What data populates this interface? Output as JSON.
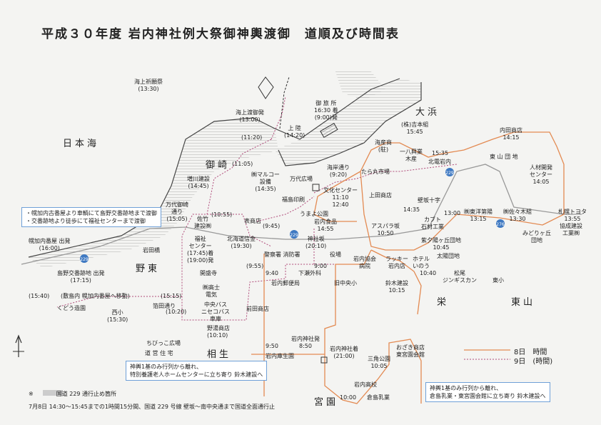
{
  "title": "平成３０年度 岩内神社例大祭御神輿渡御　道順及び時間表",
  "areas": {
    "nihonkai": "日本海",
    "misaki": "御崎",
    "nohigashi": "野東",
    "aioi": "相生",
    "ohama": "大浜",
    "sakae": "栄",
    "higashiyama": "東山",
    "miyazono": "宮園"
  },
  "stops": {
    "umigami": "海上祈願祭\n(13:30)",
    "umigami_tobo": "海上渡御発\n(13:00)",
    "t1120": "(11:20)",
    "joriku": "上 陸\n(14:20)",
    "otabisho": "御 旅 所\n16:30 着\n(9:00)発",
    "tansu": "(11:05)",
    "masukawa": "増川建設\n(14:45)",
    "maruko": "㈱マルコー\n設備\n(14:35)",
    "manyo": "万代広場",
    "kaigan": "海岸通り\n(9:20)",
    "taramaru": "たら丸市場",
    "misakis": "万代御崎\n通り\n(15:05)",
    "t1055": "(10:55)",
    "fukushima": "福島印刷",
    "bunka": "文化センター\n11:10\n12:40",
    "ueda": "上田商店",
    "sato": "佐竹\n建設㈱",
    "fukushi": "福祉\nセンター\n(17:45)着\n(19:00)発",
    "omote": "表商店",
    "uotoku": "うまよ公園",
    "t945": "(9:45)",
    "iwauchishoku": "岩内食品\n14:55",
    "hokkaido": "北海道信金\n(19:30)",
    "jinjazaka": "神社坂\n(20:10)",
    "asupara": "アスパラ坂\n10:50",
    "satsujin": "警察署 消防署",
    "t955": "(9:55)",
    "t940": "9:40",
    "t900": "9:00",
    "yakuba": "役場",
    "iwauchikyokai": "岩内協会\n病院",
    "rakki": "ラッキー\n岩内店",
    "hotel": "ホテル\nいのう",
    "shimozora": "下瀬外科",
    "yubin": "岩内郵便局",
    "kyuchu": "旧中央小",
    "kaikyu": "紫夕陽ヶ丘団地\n10:45",
    "taiyo": "太陽団地",
    "t1040": "10:40",
    "matsumi": "松尾\nジンギスカン",
    "suzuki": "鈴木建設\n10:15",
    "higashisho": "東小",
    "kaidome": "開盛寺",
    "kaitomi": "㈱高士\n電気",
    "chuo_bus": "中央バス\nニセコバス\n車庫",
    "maeda": "前田商店",
    "noyudo": "野湯商店\n(10:10)",
    "t1020": "(10:20)",
    "t1515": "(15:15)",
    "ishida": "岩田橋",
    "ishidakura": "(15:40)",
    "kozo": "(敷島内 幌加内番屋へ移動)",
    "shima": "島野交番跡地 出発\n(17:15)",
    "horo_start": "幌加内番屋 出発\n(16:00)",
    "kudou": "くどう造園",
    "nishi": "西小\n(15:30)",
    "hakuda": "箔田通り",
    "chibi": "ちびっこ広場",
    "douei": "道 営 住 宅",
    "t950": "9:50",
    "iwauchikan": "岩内庫生園",
    "jinja_start": "岩内神社発\n8:50",
    "jinja_arr": "岩内神社着\n(21:00)",
    "mitsukado": "三角公園\n10:05",
    "okazaki": "おざき商店\n東宮園会館",
    "kokou": "岩内高校",
    "t1000": "10:00",
    "kurashima": "倉島乳業",
    "kaisui": "(株)吉本組\n15:45",
    "kaisuiki": "海産商\n(駐)",
    "ichihachi": "一八興業\n木産",
    "t1535": "15:35",
    "hokudenki": "北電岩内",
    "uchida": "内田商店\n14:15",
    "toyama": "東 山 団 地",
    "jinzai": "人材開発\nセンター\n14:05",
    "tsubo": "壁坂十字",
    "t1435": "14:35",
    "kabuto": "カブト\n石材工業",
    "t1300": "13:00",
    "toyo": "㈱東洋第陽\n13:15",
    "sasaki": "㈱佐々木組\n13:30",
    "sapporo": "札幌トヨタ\n13:55",
    "kyowa": "協成建設\n工業㈱",
    "midori": "みどりヶ丘\n団地"
  },
  "roads": {
    "r1": "229",
    "r2": "229",
    "r3": "229",
    "r4": "276"
  },
  "notes": {
    "left_box": "・幌加内古番屋より車輌にて島野交番跡地まで渡御\n・交番跡地より徒歩にて福祉センターまで渡御",
    "box_sw": "神輿1基のみ行列から離れ、\n特別養護老人ホームセンターに立ち寄り 鈴木建設へ",
    "box_se": "神輿1基のみ行列から離れ、\n倉島乳業・東宮園会館に立ち寄り 鈴木建設へ",
    "foot1": "※　　　　国道 229 通行止め箇所",
    "foot2": "7月8日 14:30～15:45までの1時間15分間、国道 229 号線 壁坂～南中央通まで国道全面通行止"
  },
  "legend": {
    "day8": "8日　時間",
    "day9": "9日　(時間)"
  },
  "colors": {
    "day8_line": "#e38a52",
    "day9_line": "#b04b7a",
    "road_blue": "#3f79c2",
    "box_border": "#6fa0d8"
  }
}
